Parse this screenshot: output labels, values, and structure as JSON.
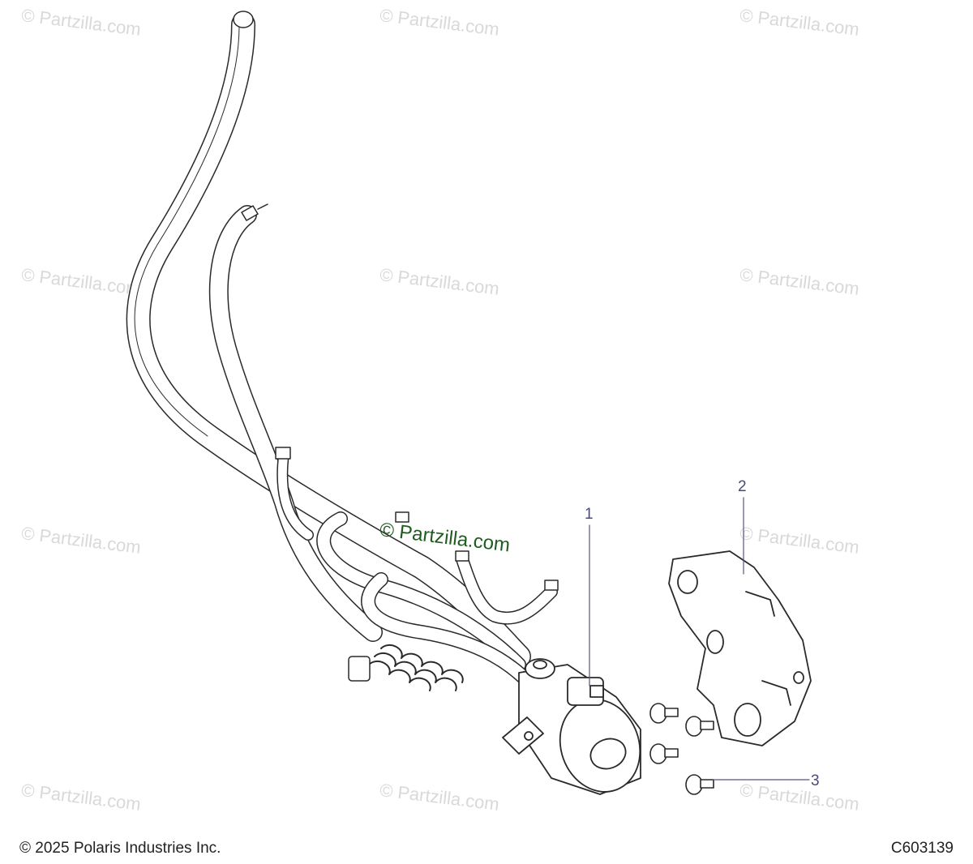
{
  "watermark": "© Partzilla.com",
  "callouts": [
    "1",
    "2",
    "3"
  ],
  "footer": {
    "copyright": "© 2025 Polaris Industries Inc.",
    "diagram_id": "C603139"
  }
}
